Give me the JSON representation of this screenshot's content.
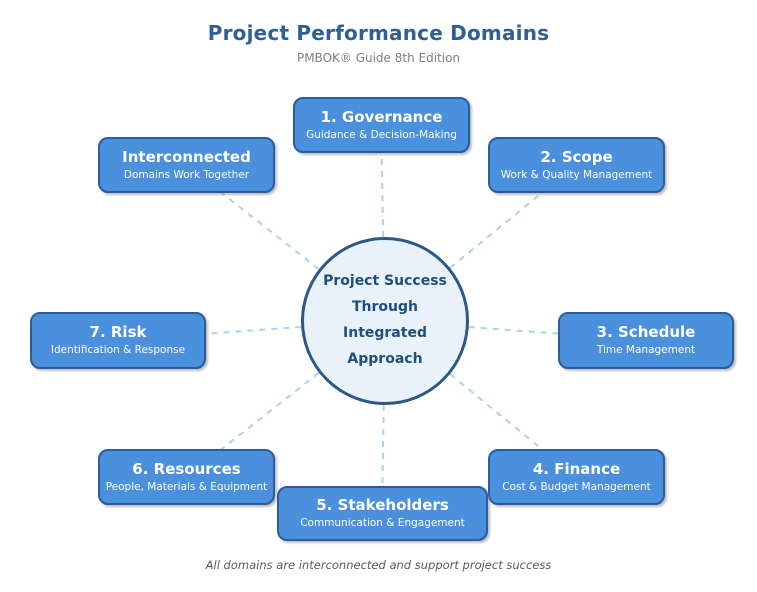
{
  "header": {
    "title": "Project Performance Domains",
    "subtitle": "PMBOK® Guide 8th Edition"
  },
  "center": {
    "text": "Project Success\nThrough\nIntegrated\nApproach"
  },
  "domains": {
    "governance": {
      "label": "1. Governance",
      "description": "Guidance & Decision-Making"
    },
    "scope": {
      "label": "2. Scope",
      "description": "Work & Quality Management"
    },
    "schedule": {
      "label": "3. Schedule",
      "description": "Time Management"
    },
    "finance": {
      "label": "4. Finance",
      "description": "Cost & Budget Management"
    },
    "stakeholders": {
      "label": "5. Stakeholders",
      "description": "Communication & Engagement"
    },
    "resources": {
      "label": "6. Resources",
      "description": "People, Materials & Equipment"
    },
    "risk": {
      "label": "7. Risk",
      "description": "Identification & Response"
    },
    "interconnected": {
      "label": "Interconnected",
      "description": "Domains Work Together"
    }
  },
  "footer": {
    "note": "All domains are interconnected and support project success"
  },
  "colors": {
    "title_text": "#2E6095",
    "subtitle_text": "#7F7F7F",
    "box_fill": "#4A90DC",
    "box_border": "#2B5C9E",
    "box_text": "#FFFFFF",
    "circle_fill": "#E9F2FA",
    "circle_border": "#2D5886",
    "circle_text": "#1F4E79",
    "connector": "#A9D4EA",
    "footer_text": "#595959",
    "background": "#FFFFFF"
  }
}
